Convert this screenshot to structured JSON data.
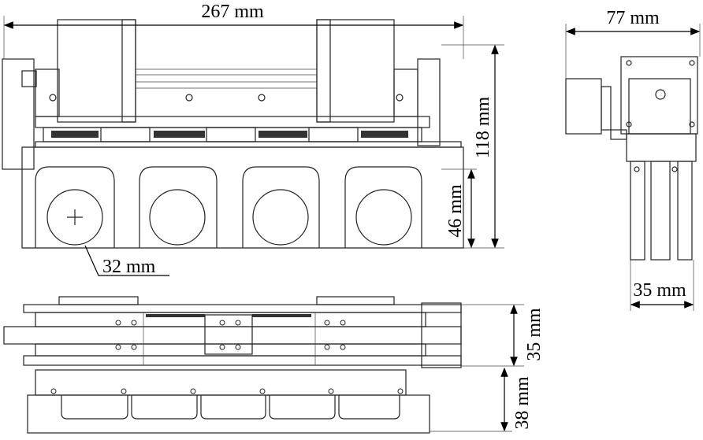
{
  "figure": {
    "front_view": {
      "width_label": "267 mm",
      "height_label": "118 mm",
      "base_height_label": "46 mm",
      "wheel_diameter_label": "32 mm"
    },
    "side_view": {
      "width_label": "77 mm",
      "leg_width_label": "35 mm"
    },
    "top_view": {
      "upper_thickness_label": "35 mm",
      "base_thickness_label": "38 mm"
    }
  }
}
